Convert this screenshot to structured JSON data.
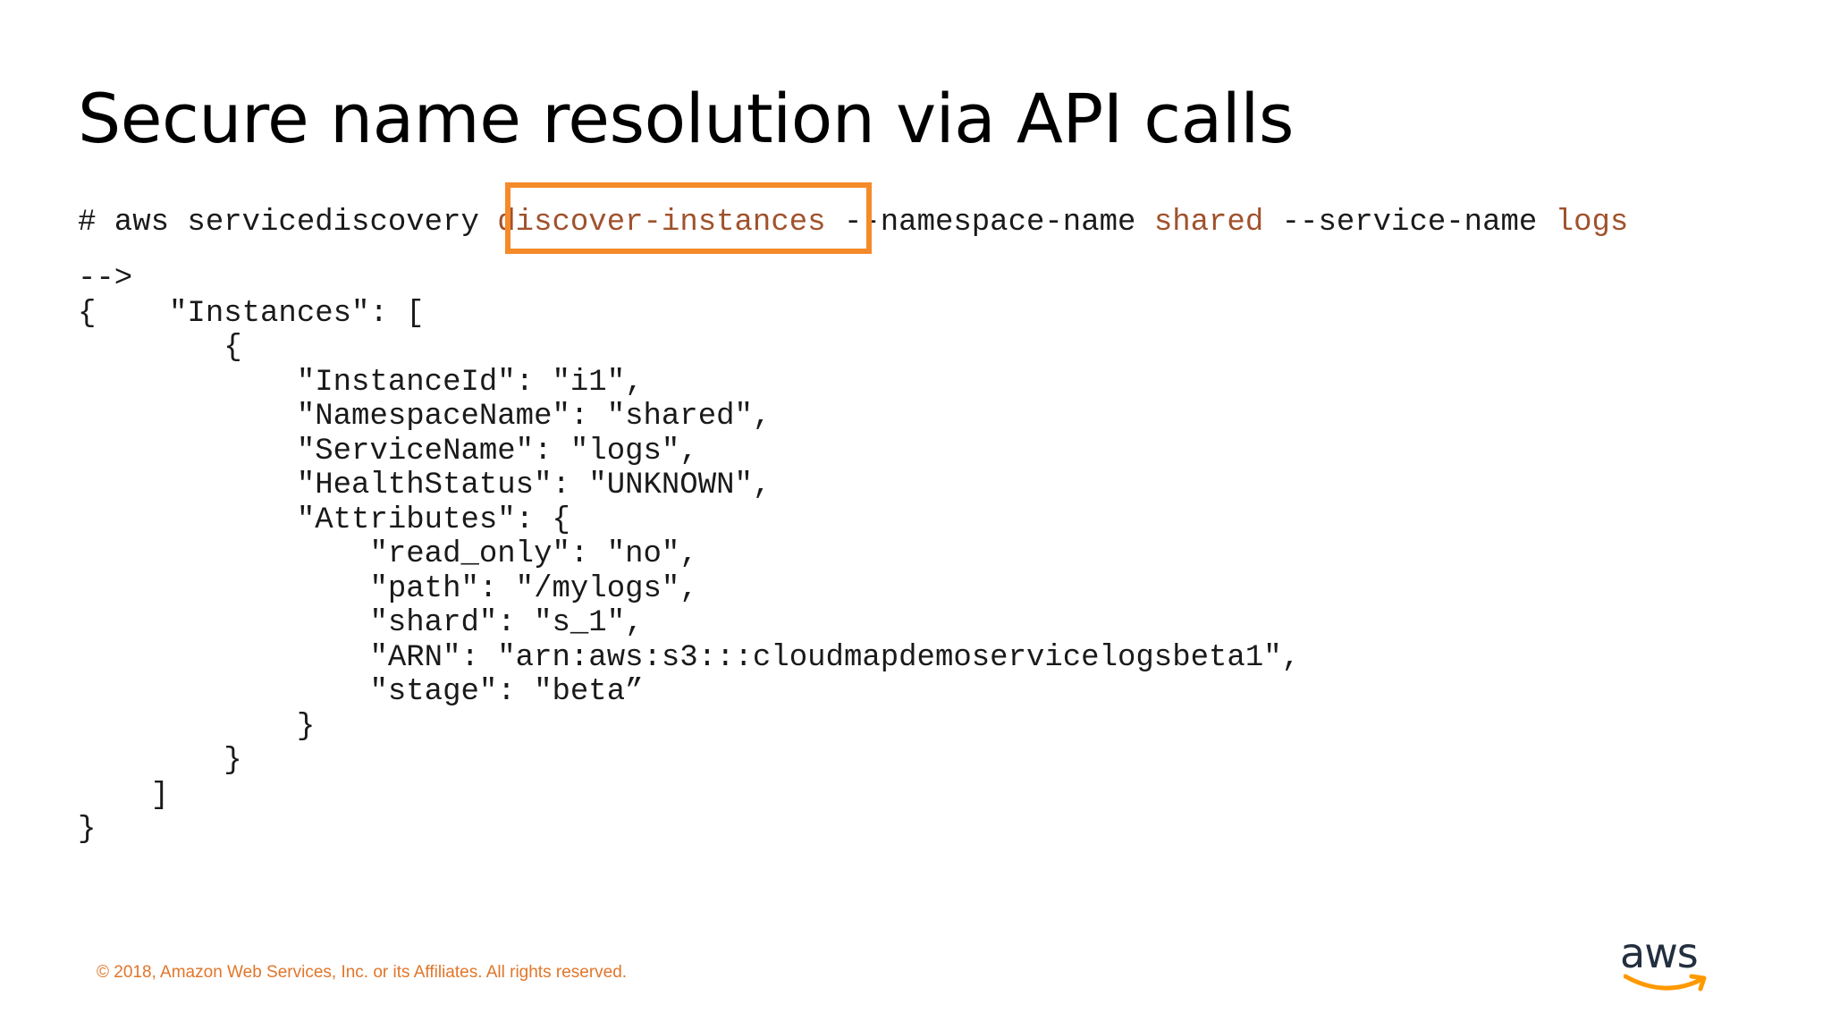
{
  "slide": {
    "title": "Secure name resolution via API calls"
  },
  "command": {
    "prefix": "# aws servicediscovery ",
    "subcommand": "discover-instances",
    "ns_flag": " --namespace-name ",
    "ns_value": "shared",
    "svc_flag": " --service-name ",
    "svc_value": "logs"
  },
  "output": {
    "lines": [
      "-->",
      "{    \"Instances\": [",
      "        {",
      "            \"InstanceId\": \"i1\",",
      "            \"NamespaceName\": \"shared\",",
      "            \"ServiceName\": \"logs\",",
      "            \"HealthStatus\": \"UNKNOWN\",",
      "            \"Attributes\": {",
      "                \"read_only\": \"no\",",
      "                \"path\": \"/mylogs\",",
      "                \"shard\": \"s_1\",",
      "                \"ARN\": \"arn:aws:s3:::cloudmapdemoservicelogsbeta1\",",
      "                \"stage\": \"beta”",
      "            }",
      "        }",
      "    ]",
      "}"
    ]
  },
  "footer": {
    "copyright": "© 2018, Amazon Web Services, Inc. or its Affiliates. All rights reserved.",
    "logo_text": "aws"
  },
  "colors": {
    "highlight_border": "#f58a2a",
    "arg_value": "#a0522d",
    "footer_text": "#e0762a",
    "logo_smile": "#ff9900"
  }
}
